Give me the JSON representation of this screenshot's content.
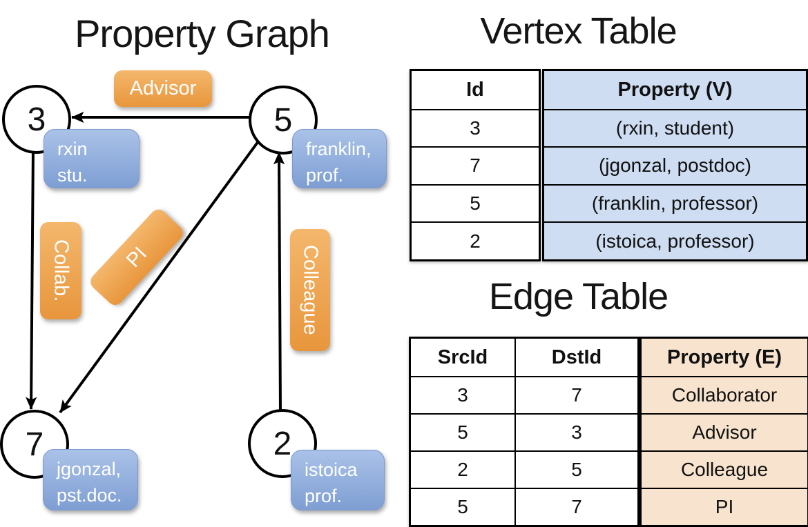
{
  "graph": {
    "title": "Property Graph",
    "nodes": [
      {
        "id": "3",
        "prop_line1": "rxin",
        "prop_line2": "stu."
      },
      {
        "id": "5",
        "prop_line1": "franklin,",
        "prop_line2": "prof."
      },
      {
        "id": "7",
        "prop_line1": "jgonzal,",
        "prop_line2": "pst.doc."
      },
      {
        "id": "2",
        "prop_line1": "istoica",
        "prop_line2": "prof."
      }
    ],
    "edges": [
      {
        "label": "Advisor",
        "from": "5",
        "to": "3"
      },
      {
        "label": "Collab.",
        "from": "3",
        "to": "7"
      },
      {
        "label": "PI",
        "from": "5",
        "to": "7"
      },
      {
        "label": "Colleague",
        "from": "2",
        "to": "5"
      }
    ]
  },
  "vertex_table": {
    "title": "Vertex Table",
    "columns": [
      "Id",
      "Property (V)"
    ],
    "rows": [
      [
        "3",
        "(rxin, student)"
      ],
      [
        "7",
        "(jgonzal, postdoc)"
      ],
      [
        "5",
        "(franklin, professor)"
      ],
      [
        "2",
        "(istoica, professor)"
      ]
    ]
  },
  "edge_table": {
    "title": "Edge Table",
    "columns": [
      "SrcId",
      "DstId",
      "Property (E)"
    ],
    "rows": [
      [
        "3",
        "7",
        "Collaborator"
      ],
      [
        "5",
        "3",
        "Advisor"
      ],
      [
        "2",
        "5",
        "Colleague"
      ],
      [
        "5",
        "7",
        "PI"
      ]
    ]
  },
  "colors": {
    "edge_label_orange_top": "#F4B76C",
    "edge_label_orange_bottom": "#E8963C",
    "node_prop_blue_top": "#AAC2E8",
    "node_prop_blue_bottom": "#7E9ED3",
    "vertex_cell_bg": "#CEDDF2",
    "edge_cell_bg": "#F8E4CE",
    "line_color": "#000000"
  }
}
